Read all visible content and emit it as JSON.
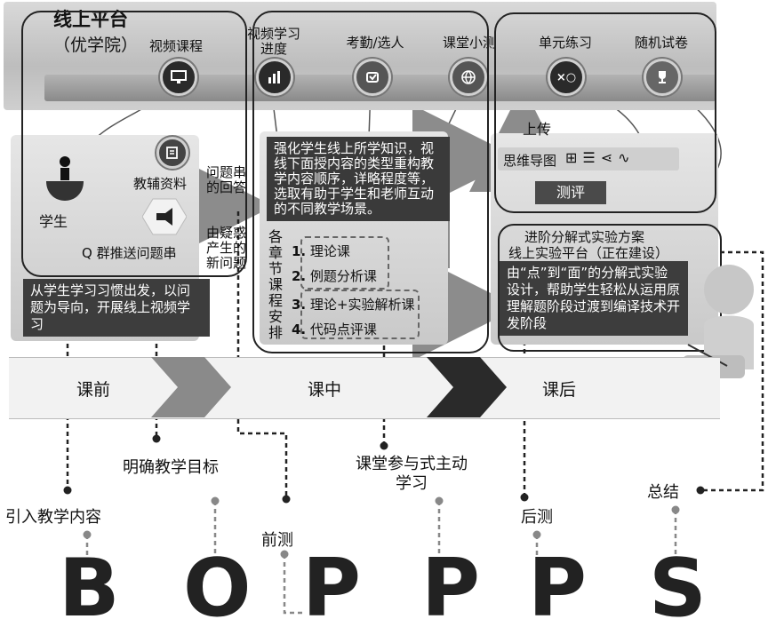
{
  "platform": {
    "title": "线上平台",
    "subtitle": "（优学院）",
    "modules": [
      {
        "label": "视频课程",
        "icon": "monitor-icon"
      },
      {
        "label_line1": "视频学习",
        "label_line2": "进度",
        "icon": "bar-chart-icon"
      },
      {
        "label": "考勤/选人",
        "icon": "hand-icon"
      },
      {
        "label": "课堂小测",
        "icon": "globe-icon"
      },
      {
        "label": "单元练习",
        "icon": "tactics-icon"
      },
      {
        "label": "随机试卷",
        "icon": "trophy-icon"
      }
    ]
  },
  "pre_class": {
    "student": "学生",
    "materials": "教辅资料",
    "q_group": "Q 群推送问题串",
    "note": "从学生学习习惯出发，以问题为导向，开展线上视频学习",
    "answer_label": "问题串的回答",
    "new_questions_label": "由疑惑产生的新问题"
  },
  "in_class": {
    "description": "强化学生线上所学知识，视线下面授内容的类型重构教学内容顺序，详略程度等，选取有助于学生和老师互动的不同教学场景。",
    "chapter_label": "各章节课程安排",
    "lessons": [
      {
        "num": "1.",
        "text": "理论课"
      },
      {
        "num": "2.",
        "text": "例题分析课"
      },
      {
        "num": "3.",
        "text": "理论+实验解析课"
      },
      {
        "num": "4.",
        "text": "代码点评课"
      }
    ]
  },
  "post_class": {
    "upload": "上传",
    "mindmap": "思维导图",
    "evaluate": "测评",
    "lab_title_line1": "进阶分解式实验方案",
    "lab_title_line2": "线上实验平台（正在建设）",
    "lab_note": "由“点”到“面”的分解式实验设计，帮助学生轻松从运用原理解题阶段过渡到编译技术开发阶段"
  },
  "stages": [
    "课前",
    "课中",
    "课后"
  ],
  "bopps": {
    "letters": [
      "B",
      "O",
      "P",
      "P",
      "P",
      "S"
    ],
    "labels": {
      "B": "引入教学内容",
      "O": "明确教学目标",
      "P1": "前测",
      "P2_line1": "课堂参与式主动",
      "P2_line2": "学习",
      "P3": "后测",
      "S": "总结"
    }
  }
}
